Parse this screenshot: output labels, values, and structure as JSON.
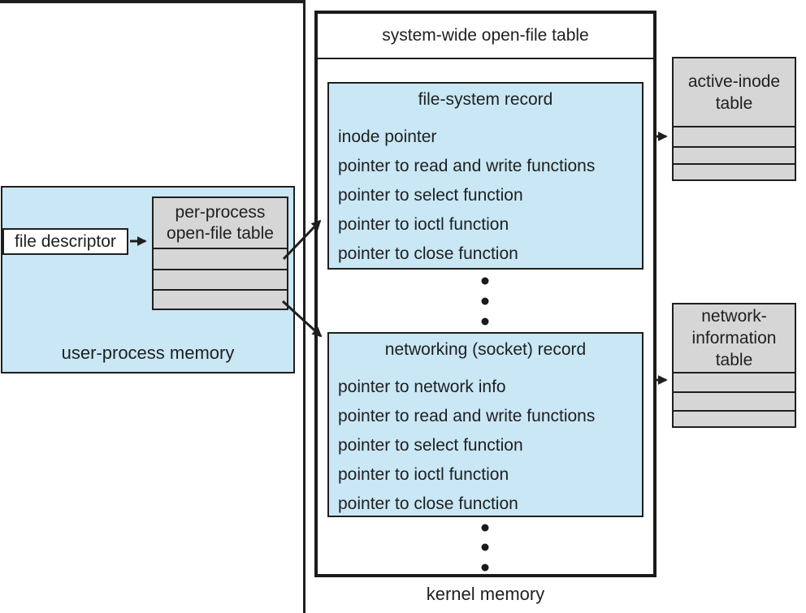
{
  "colors": {
    "record_blue": "#c9e7f5",
    "table_gray": "#d6d6d6",
    "line": "#1f1f1f"
  },
  "kernel": {
    "header": "system-wide open-file table",
    "label": "kernel memory",
    "file_system_record": {
      "title": "file-system record",
      "entries": [
        "inode pointer",
        "pointer to read and write functions",
        "pointer to select function",
        "pointer to ioctl function",
        "pointer to close function"
      ]
    },
    "networking_record": {
      "title": "networking (socket) record",
      "entries": [
        "pointer to network info",
        "pointer to read and write functions",
        "pointer to select function",
        "pointer to ioctl function",
        "pointer to close function"
      ]
    }
  },
  "user_process": {
    "label": "user-process memory",
    "file_descriptor_label": "file descriptor",
    "per_process_table": {
      "title_line1": "per-process",
      "title_line2": "open-file table"
    }
  },
  "active_inode_table": {
    "title_line1": "active-inode",
    "title_line2": "table"
  },
  "network_info_table": {
    "title_line1": "network-",
    "title_line2": "information",
    "title_line3": "table"
  }
}
